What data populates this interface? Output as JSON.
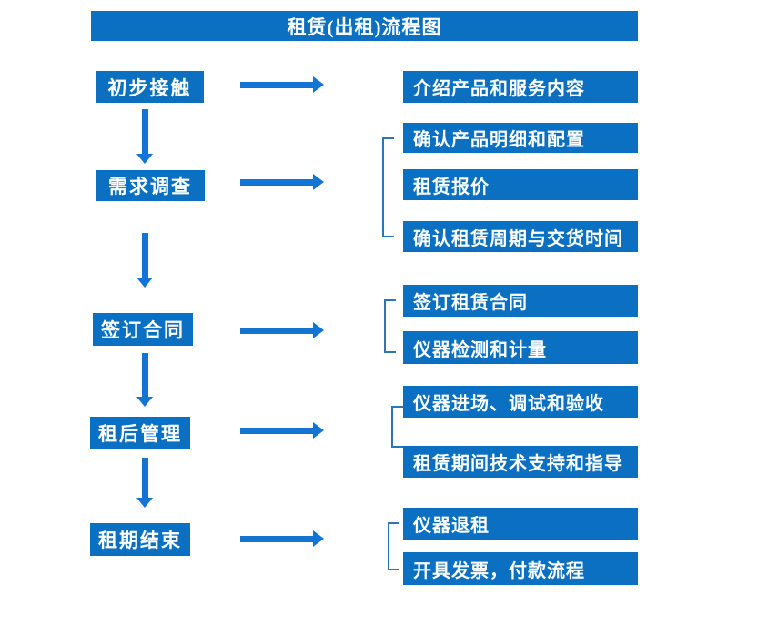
{
  "title": "租赁(出租)流程图",
  "colors": {
    "box_fill": "#0b70c1",
    "arrow": "#1374d3",
    "bracket": "#2e75b6",
    "box_text": "#ffffff",
    "background": "#ffffff"
  },
  "steps": [
    {
      "label": "初步接触",
      "details": [
        "介绍产品和服务内容"
      ]
    },
    {
      "label": "需求调查",
      "details": [
        "确认产品明细和配置",
        "租赁报价",
        "确认租赁周期与交货时间"
      ]
    },
    {
      "label": "签订合同",
      "details": [
        "签订租赁合同",
        "仪器检测和计量"
      ]
    },
    {
      "label": "租后管理",
      "details": [
        "仪器进场、调试和验收",
        "租赁期间技术支持和指导"
      ]
    },
    {
      "label": "租期结束",
      "details": [
        "仪器退租",
        "开具发票，付款流程"
      ]
    }
  ]
}
